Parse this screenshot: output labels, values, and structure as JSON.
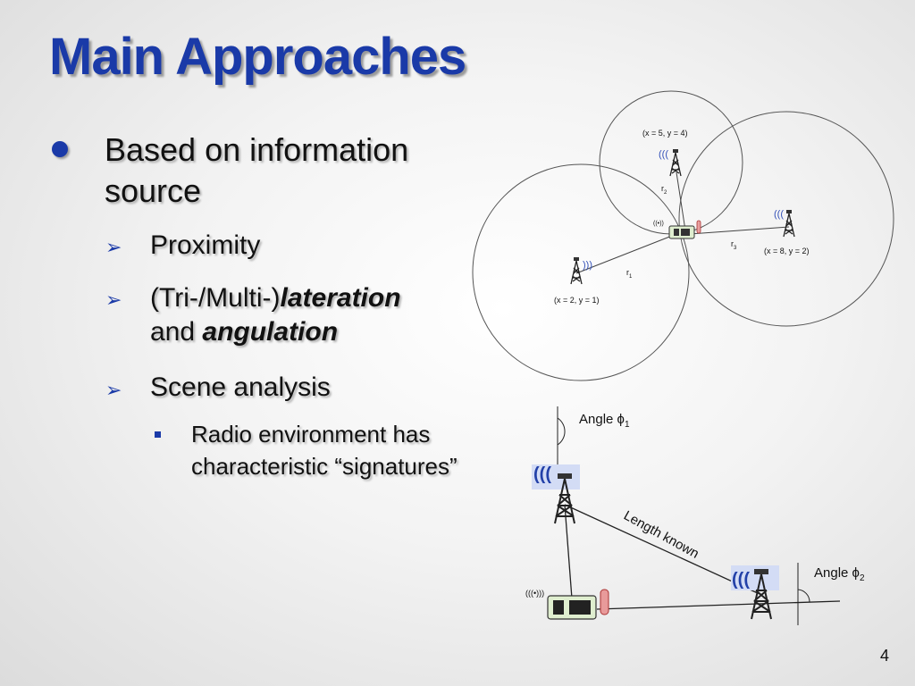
{
  "slide": {
    "title": "Main Approaches",
    "page_number": "4"
  },
  "bullets": {
    "level1": "Based on information source",
    "items": [
      {
        "text": "Proximity"
      },
      {
        "prefix": "(Tri-/Multi-)",
        "em1": "lateration",
        "mid": "and ",
        "em2": "angulation"
      },
      {
        "text": "Scene analysis"
      }
    ],
    "sub": "Radio environment has characteristic “signatures”"
  },
  "trilateration": {
    "tower1_coord": "(x = 2, y = 1)",
    "tower2_coord": "(x = 5, y = 4)",
    "tower3_coord": "(x = 8, y = 2)",
    "r1": "r",
    "r1_sub": "1",
    "r2": "r",
    "r2_sub": "2",
    "r3": "r",
    "r3_sub": "3"
  },
  "angulation": {
    "angle1": "Angle ϕ",
    "angle1_sub": "1",
    "angle2": "Angle ϕ",
    "angle2_sub": "2",
    "length": "Length known"
  },
  "colors": {
    "title": "#1a3aa8",
    "bullet": "#1a3aa8"
  }
}
